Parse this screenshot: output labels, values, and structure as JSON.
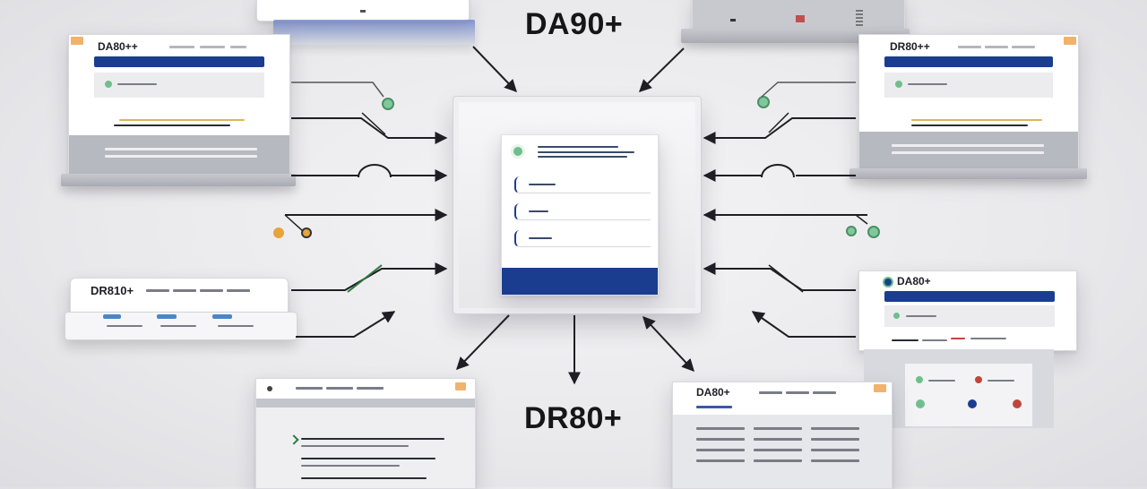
{
  "labels": {
    "top_right": "DA90+",
    "bottom_center": "DR80+",
    "left_top_panel": "DA80++",
    "right_top_panel": "DR80++",
    "left_mid_panel": "DR810+",
    "right_mid_panel": "DA80+",
    "bottom_right_panel": "DA80+"
  },
  "colors": {
    "navy": "#1a3d8f",
    "green": "#6fbf8e",
    "orange": "#f1b26c",
    "panel_base": "#b7b9c1"
  },
  "icons": [
    "arrow-icon",
    "status-dot-icon",
    "orange-tab-icon"
  ]
}
